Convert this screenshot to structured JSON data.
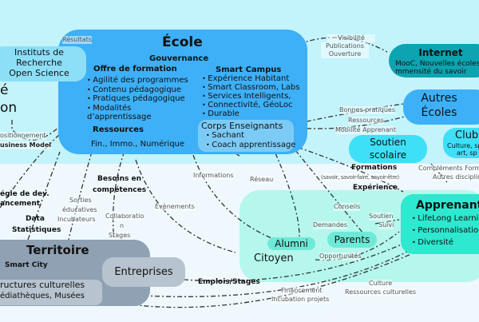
{
  "ecole": {
    "title": "École",
    "gouvernance": "Gouvernance",
    "offre_title": "Offre de formation",
    "offre_items": [
      "Agilité des programmes",
      "Contenu pédagogique",
      "Pratiques pédagogique",
      "Modalités d’apprentissage"
    ],
    "ressources_title": "Ressources",
    "ressources_text": "Fin., Immo., Numérique",
    "smart_title": "Smart Campus",
    "smart_items": [
      "Expérience Habitant",
      "Smart Classroom, Labs",
      "Services Intelligents,",
      "Connectivité, GéoLoc",
      "Durable"
    ],
    "corps_title": "Corps Enseignants",
    "corps_items": [
      "Sachant",
      "Coach apprentissage"
    ]
  },
  "instituts": {
    "lines": [
      "Instituts de",
      "Recherche",
      "Open Science"
    ]
  },
  "left_partial": {
    "l1": "é",
    "l2": "on"
  },
  "internet": {
    "title": "Internet",
    "l1": "MooC, Nouvelles écoles",
    "l2": "mmensité du savoir"
  },
  "autres": {
    "l1": "Autres",
    "l2": "Écoles"
  },
  "soutien": {
    "l1": "Soutien",
    "l2": "scolaire"
  },
  "clubs": {
    "title": "Clubs",
    "l1": "Culture, sport,",
    "l2": "art, sp"
  },
  "apprenant": {
    "title": "Apprenant",
    "items": [
      "LifeLong Learning",
      "Personnalisation",
      "Diversité"
    ]
  },
  "alumni": "Alumni",
  "citoyen": "Citoyen",
  "parents": "Parents",
  "territoire": {
    "title": "Territoire",
    "sub": "Smart City",
    "struct1": "ructures culturelles",
    "struct2": "édiathèques, Musées"
  },
  "entreprises": "Entreprises",
  "labels": {
    "resultats": "Résultats",
    "visibilite": "Visibilité",
    "publications": "Publications",
    "ouverture": "Ouverture",
    "positionnement": "ositionnement",
    "business": "usiness Model",
    "bonnes": "Bonnes pratiques",
    "ressources2": "Ressources",
    "mobilite": "Mobilité Apprenant",
    "strategie1": "égie de dev.",
    "strategie2": "ancement",
    "data1": "Data",
    "data2": "Statistiques",
    "besoins1": "Besoins en",
    "besoins2": "compétences",
    "sorties1": "Sorties",
    "sorties2": "éducatives",
    "incub": "Incubateurs",
    "collab1": "Collaboratio",
    "collab2": "n",
    "stages": "Stages",
    "evenements": "Évènements",
    "informations": "Informations",
    "reseau": "Réseau",
    "formations": "Formations",
    "formations_sub": "(savoir, savoir-faire, savoir-être)",
    "experience": "Expérience",
    "complements1": "Compléments Formation",
    "complements2": "Autres disciplines",
    "conseils": "Conseils",
    "demandes": "Demandes",
    "soutien1": "Soutien",
    "suivi": "Suivi",
    "opportunites": "Opportunités",
    "emplois": "Emplois/Stages",
    "financement": "Financement",
    "incubation": "Incubation projets",
    "culture": "Culture",
    "ressources_cult": "Ressources culturelles"
  },
  "colors": {
    "ecole": "#3db0f7",
    "internet": "#0ba4b0",
    "apprenant": "#2ee8cf",
    "territoire": "#8fa1b3"
  }
}
